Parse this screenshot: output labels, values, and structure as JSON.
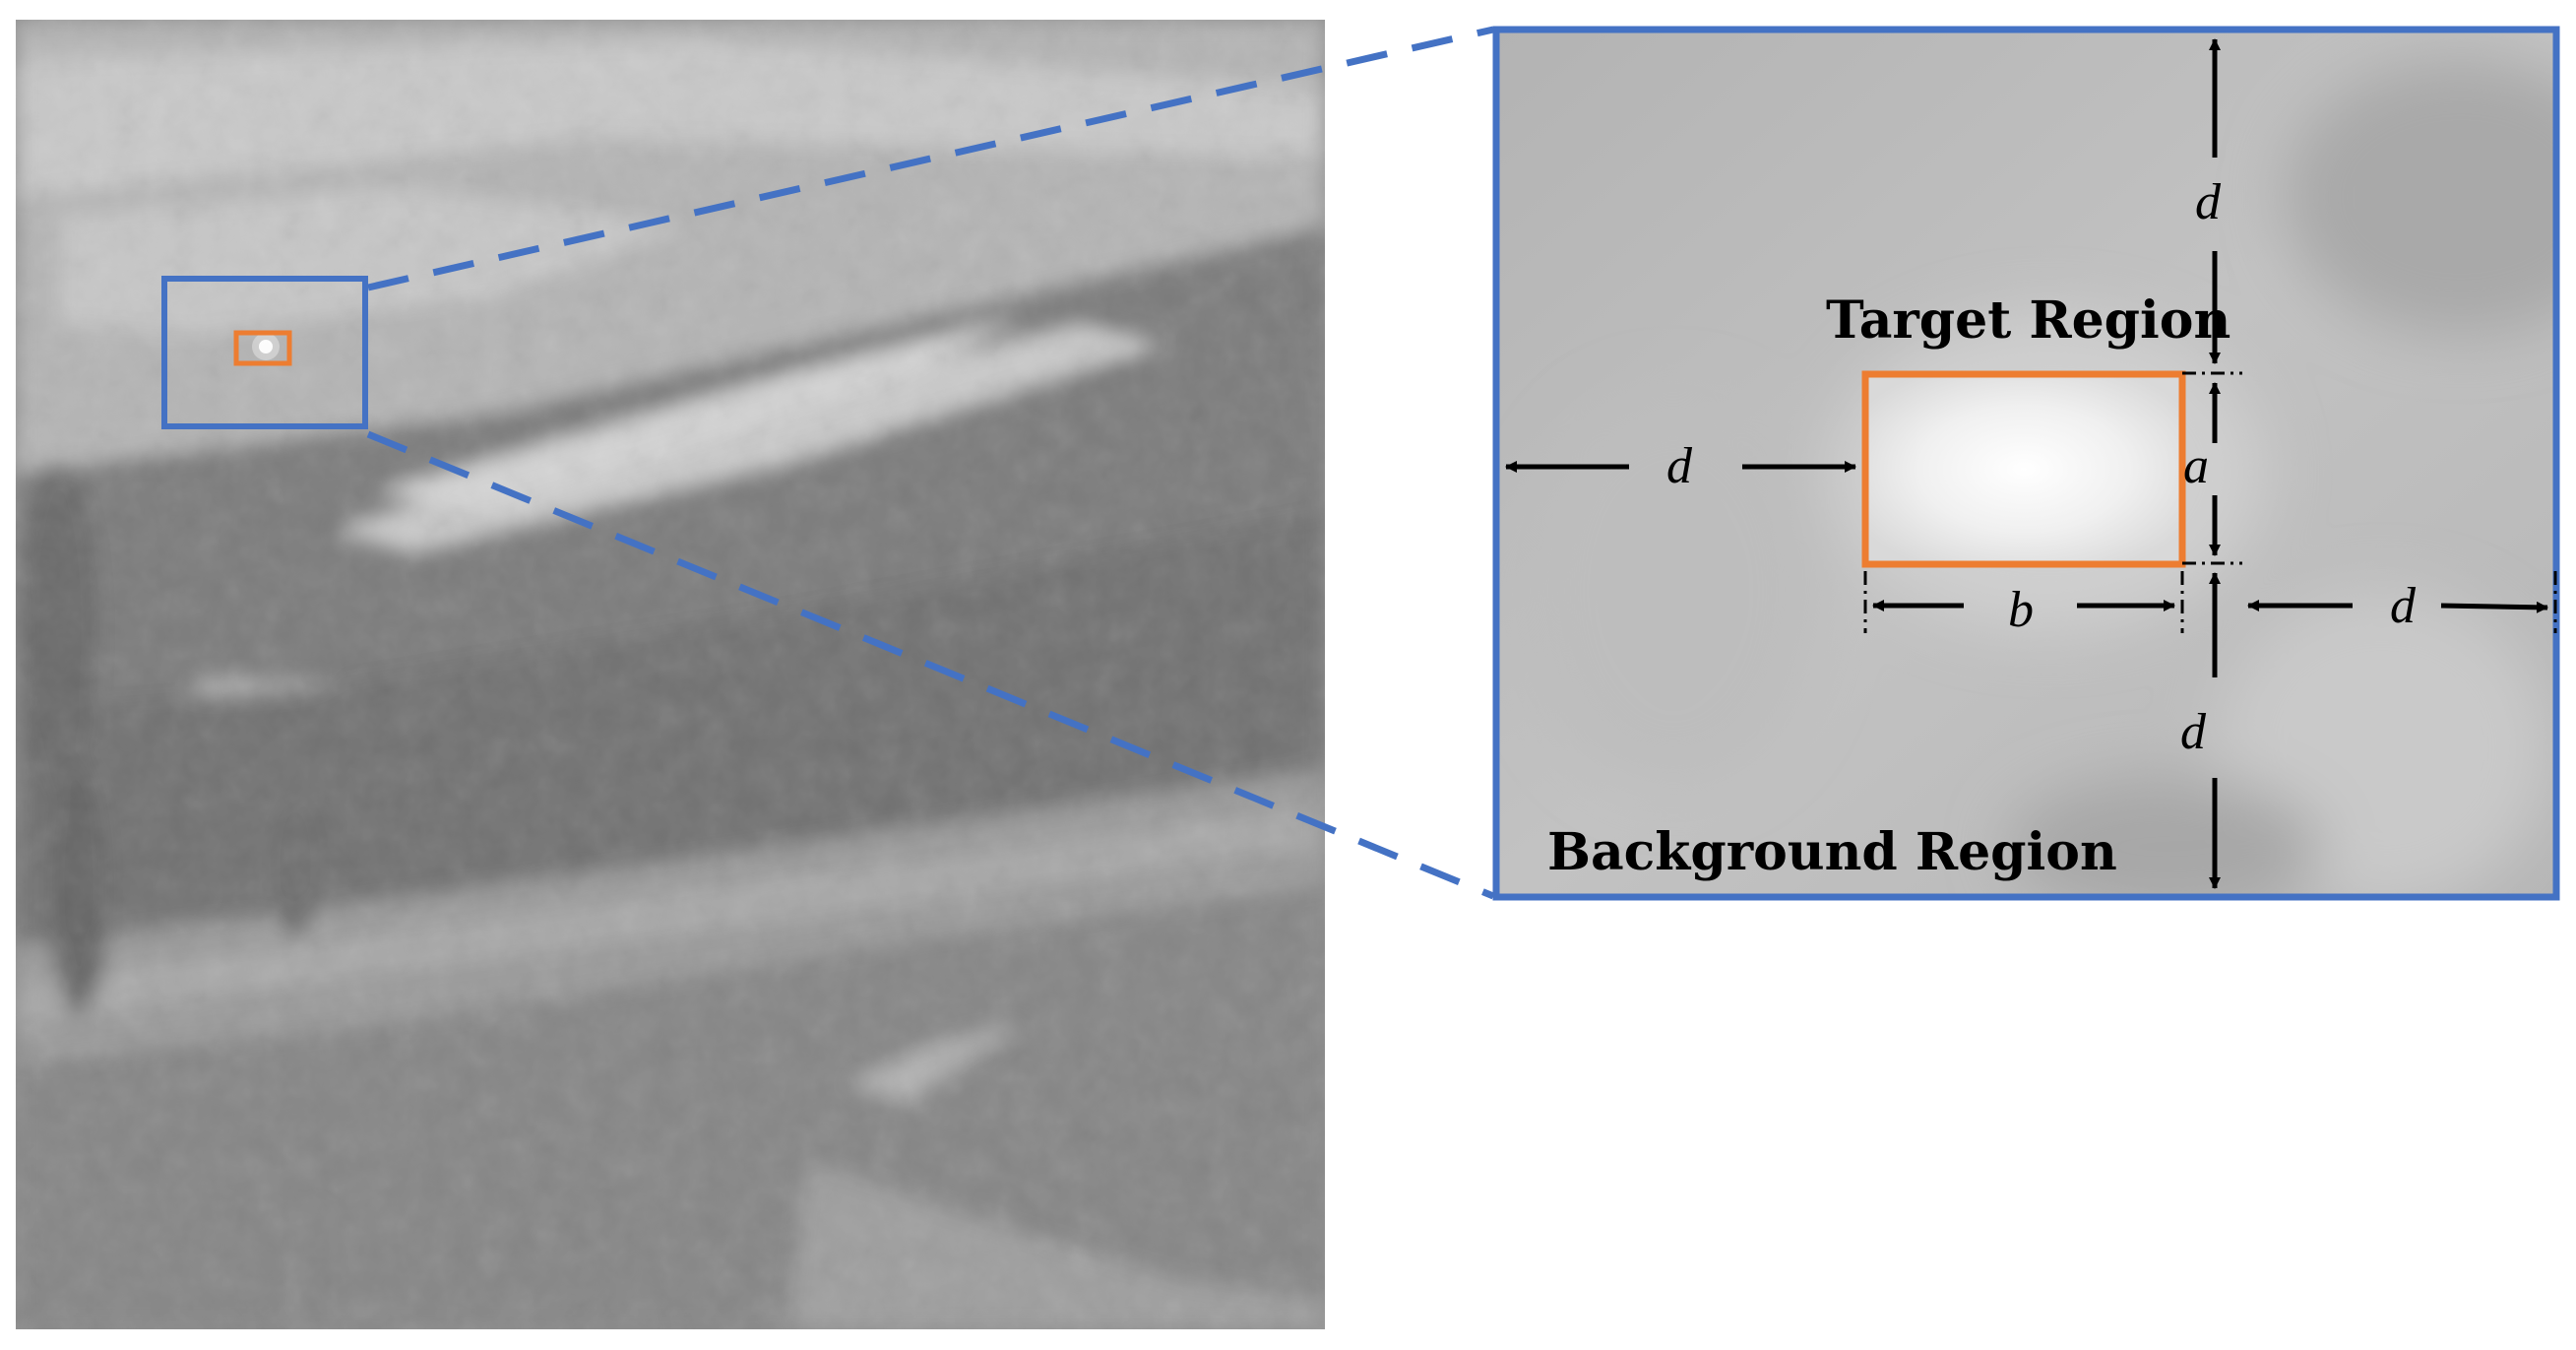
{
  "colors": {
    "callout_blue": "#4472C4",
    "target_orange": "#ED7D31",
    "arrow_black": "#000000",
    "photo_gray": "#8f8f8f",
    "panel_gray": "#b8b8b8"
  },
  "panel": {
    "target_label": "Target Region",
    "background_label": "Background Region"
  },
  "dimensions": {
    "d_top": "d",
    "d_left": "d",
    "d_right": "d",
    "d_bottom": "d",
    "a": "a",
    "b": "b"
  },
  "icons": {
    "photo": "infrared-landscape-image",
    "arrows": "dimension-arrow-icon"
  }
}
